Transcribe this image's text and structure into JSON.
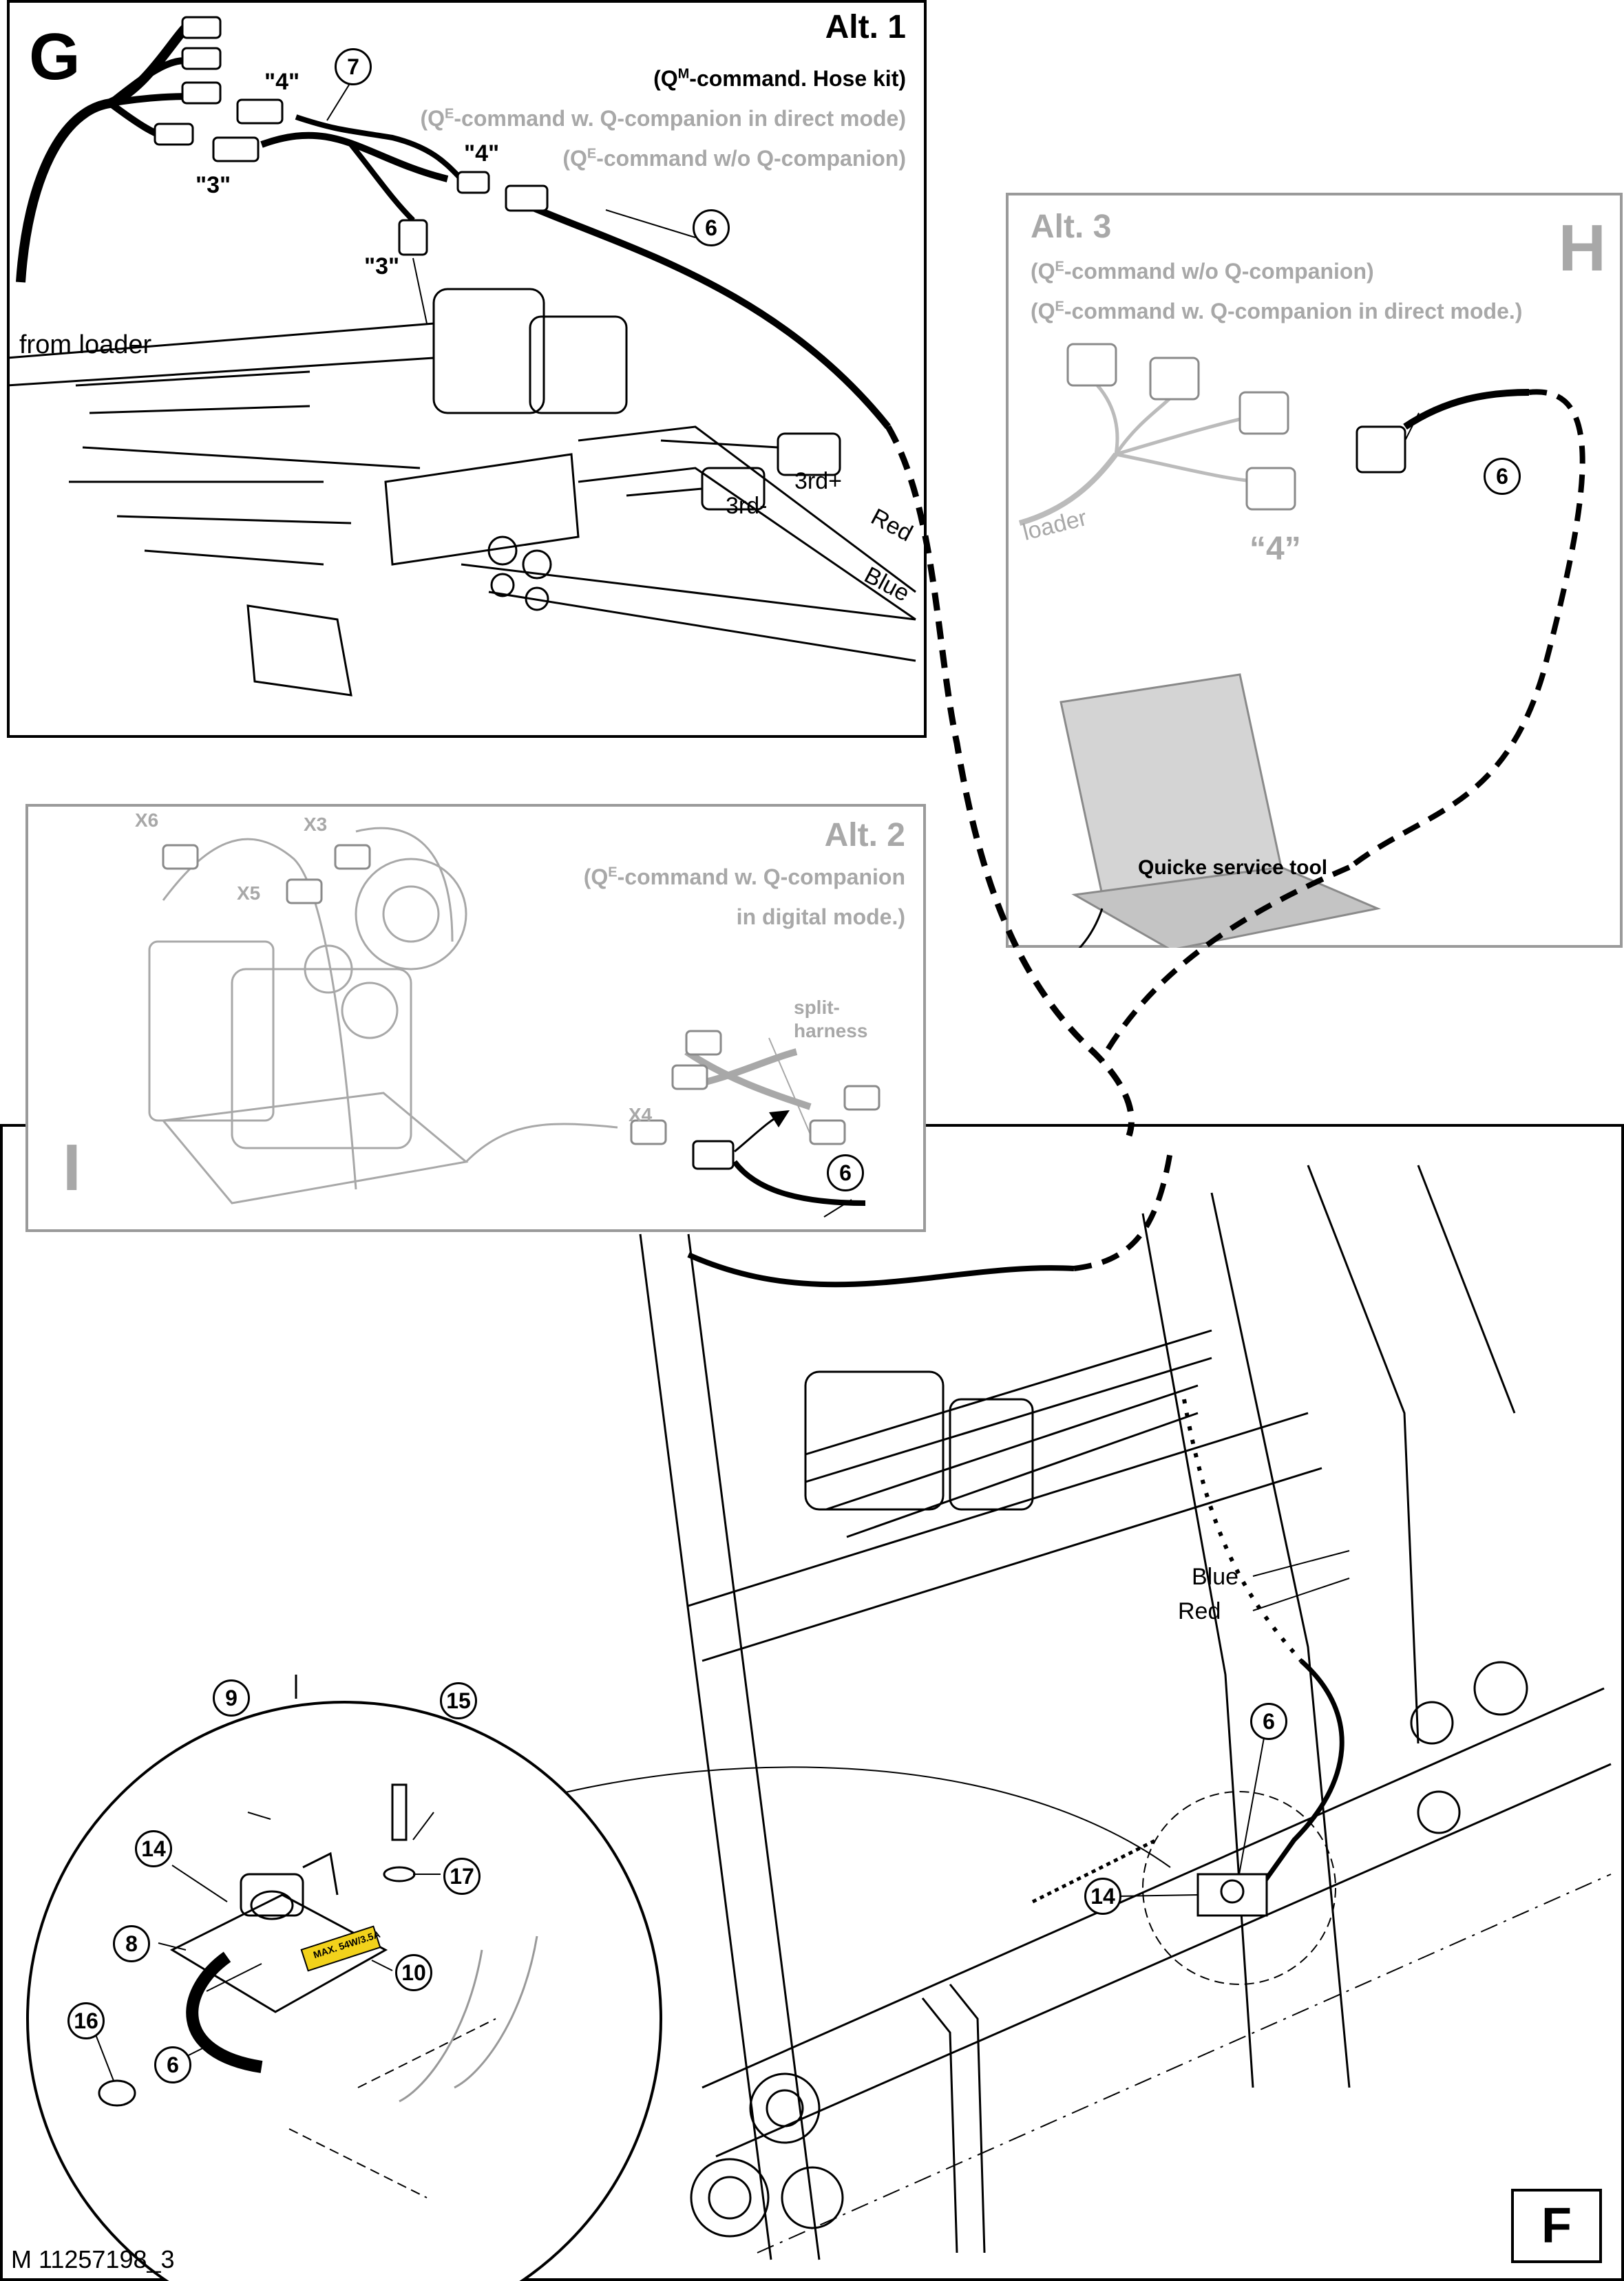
{
  "figure_number": "M 11257198_3",
  "panel_g": {
    "letter": "G",
    "alt_title": "Alt. 1",
    "line1_a": "(Q",
    "line1_sup": "M",
    "line1_b": "-command. Hose kit)",
    "line2_a": "(Q",
    "line2_sup": "E",
    "line2_b": "-command w. Q-companion in direct mode)",
    "line3_a": "(Q",
    "line3_sup": "E",
    "line3_b": "-command w/o Q-companion)",
    "from_loader": "from loader",
    "connector_labels": [
      "\"4\"",
      "\"4\"",
      "\"3\"",
      "\"3\""
    ],
    "hose_labels": [
      "3rd+",
      "3rd-",
      "Red",
      "Blue"
    ],
    "callouts": [
      "7",
      "6"
    ]
  },
  "panel_h": {
    "letter": "H",
    "alt_title": "Alt. 3",
    "line1_a": "(Q",
    "line1_sup": "E",
    "line1_b": "-command w/o Q-companion)",
    "line2_a": "(Q",
    "line2_sup": "E",
    "line2_b": "-command w. Q-companion in direct mode.)",
    "loader": "loader",
    "connector_label": "“4”",
    "tool_label": "Quicke service tool",
    "callout": "6"
  },
  "panel_i": {
    "letter": "I",
    "alt_title": "Alt. 2",
    "line1_a": "(Q",
    "line1_sup": "E",
    "line1_b": "-command w. Q-companion",
    "line2": "in digital mode.)",
    "connectors": [
      "X6",
      "X3",
      "X5",
      "X4"
    ],
    "split_harness": [
      "split-",
      "harness"
    ],
    "callout": "6"
  },
  "panel_f": {
    "letter": "F",
    "wire_labels": [
      "Blue",
      "Red"
    ],
    "main_callouts": [
      "6",
      "14"
    ],
    "detail_callouts": [
      "9",
      "15",
      "14",
      "17",
      "8",
      "10",
      "16",
      "6"
    ],
    "sticker_text": "MAX. 54W/3.5A"
  },
  "colors": {
    "line": "#000000",
    "gray": "#a8a8a8",
    "sticker": "#f2d21b"
  }
}
